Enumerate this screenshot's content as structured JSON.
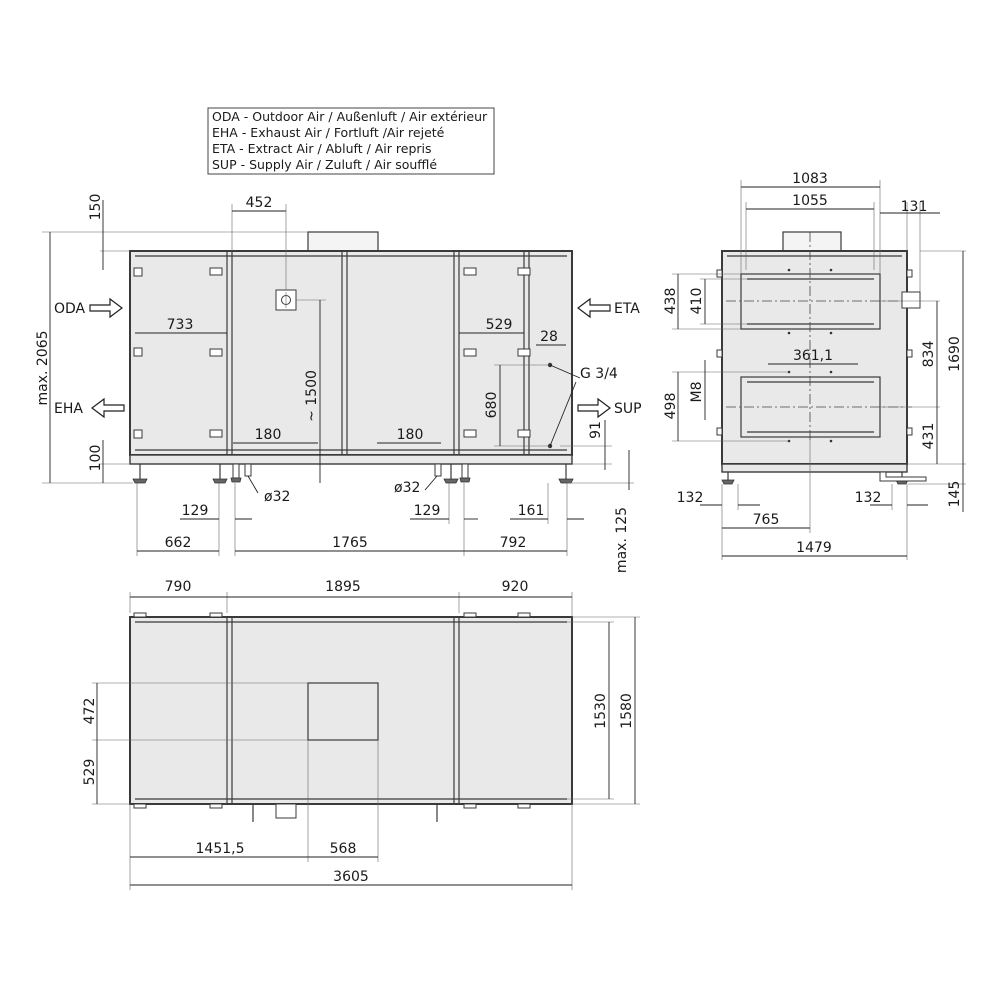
{
  "legend": [
    "ODA - Outdoor Air / Außenluft / Air extérieur",
    "EHA - Exhaust Air / Fortluft /Air rejeté",
    "ETA - Extract Air / Abluft / Air repris",
    "SUP - Supply Air / Zuluft / Air soufflé"
  ],
  "front_view": {
    "flows": {
      "oda": "ODA",
      "eha": "EHA",
      "eta": "ETA",
      "sup": "SUP"
    },
    "dims": {
      "top_150": "150",
      "top_452": "452",
      "height_max": "max. 2065",
      "approx_1500": "~ 1500",
      "w733": "733",
      "w529": "529",
      "w28": "28",
      "h680": "680",
      "thread": "G 3/4",
      "h91": "91",
      "w180_left": "180",
      "w180_right": "180",
      "base_100": "100",
      "dia32_left": "ø32",
      "dia32_right": "ø32",
      "w129_left": "129",
      "w129_right": "129",
      "w161": "161",
      "w662": "662",
      "w1765": "1765",
      "w792": "792",
      "feet_max": "max. 125"
    }
  },
  "side_view": {
    "dims": {
      "w1083": "1083",
      "w1055": "1055",
      "w131": "131",
      "h438": "438",
      "h410": "410",
      "h834": "834",
      "h1690": "1690",
      "w361": "361,1",
      "h498": "498",
      "m8": "M8",
      "h431": "431",
      "w132_left": "132",
      "w132_right": "132",
      "h145": "145",
      "w765": "765",
      "w1479": "1479"
    }
  },
  "top_view": {
    "dims": {
      "w790": "790",
      "w1895": "1895",
      "w920": "920",
      "h472": "472",
      "h529": "529",
      "h1530": "1530",
      "h1580": "1580",
      "w1451": "1451,5",
      "w568": "568",
      "w3605": "3605"
    }
  }
}
